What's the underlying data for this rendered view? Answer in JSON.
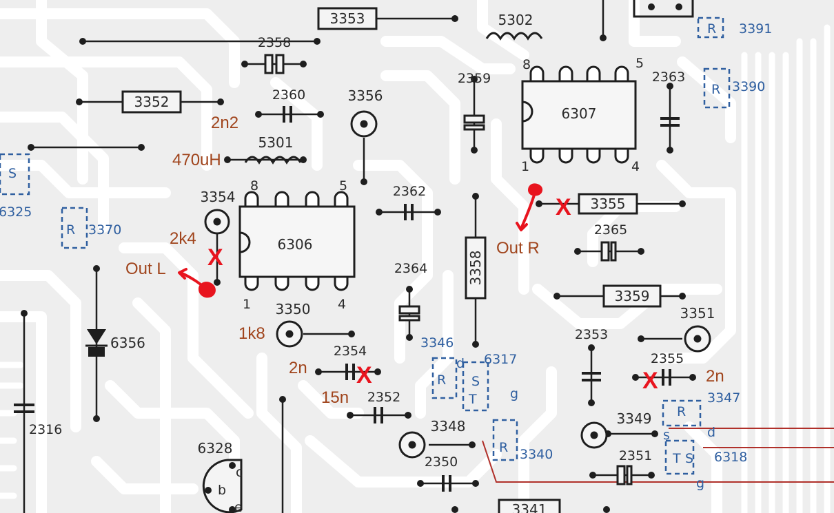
{
  "board_colors": {
    "background": "#eeeeee",
    "trace": "#ffffff",
    "ink": "#1e1e1e",
    "bluePrint": "#2f5fa0",
    "annotation": "#a0441c",
    "marker": "#e8141e"
  },
  "components": {
    "r3353": "3353",
    "l5302": "5302",
    "r3391": "3391",
    "c2358": "2358",
    "r3352": "3352",
    "c2360": "2360",
    "t3356": "3356",
    "c2359": "2359",
    "c2363": "2363",
    "ic6307": "6307",
    "r3390": "3390",
    "l5301": "5301",
    "s6325": "6325",
    "r3370": "3370",
    "t3354": "3354",
    "ic6306": "6306",
    "c2362": "2362",
    "r3355": "3355",
    "c2365": "2365",
    "c2364": "2364",
    "r3358": "3358",
    "r3359": "3359",
    "t3350": "3350",
    "t3351": "3351",
    "c2353": "2353",
    "r3346": "3346",
    "q6317": "6317",
    "c2354": "2354",
    "c2355": "2355",
    "r3347": "3347",
    "d6356": "6356",
    "c2352": "2352",
    "c2316": "2316",
    "t3348": "3348",
    "r3340": "3340",
    "t3349": "3349",
    "q6318": "6318",
    "c2351": "2351",
    "c2350": "2350",
    "q6328": "6328",
    "r3341": "3341"
  },
  "pins": {
    "ic6306_p8": "8",
    "ic6306_p5": "5",
    "ic6306_p1": "1",
    "ic6306_p4": "4",
    "ic6307_p8": "8",
    "ic6307_p5": "5",
    "ic6307_p1": "1",
    "ic6307_p4": "4",
    "q6328_c": "c",
    "q6328_b": "b",
    "q6328_e": "e",
    "q6317_d": "d",
    "q6317_g": "g",
    "q6318_s": "s",
    "q6318_d": "d",
    "q6318_g": "g",
    "R": "R",
    "S": "S",
    "T": "T"
  },
  "annotations": {
    "val_2n2": "2n2",
    "val_470uH": "470uH",
    "val_2k4": "2k4",
    "out_l": "Out L",
    "out_r": "Out R",
    "val_1k8": "1k8",
    "val_2n_left": "2n",
    "val_15n": "15n",
    "val_2n_right": "2n",
    "x_mark": "X"
  }
}
